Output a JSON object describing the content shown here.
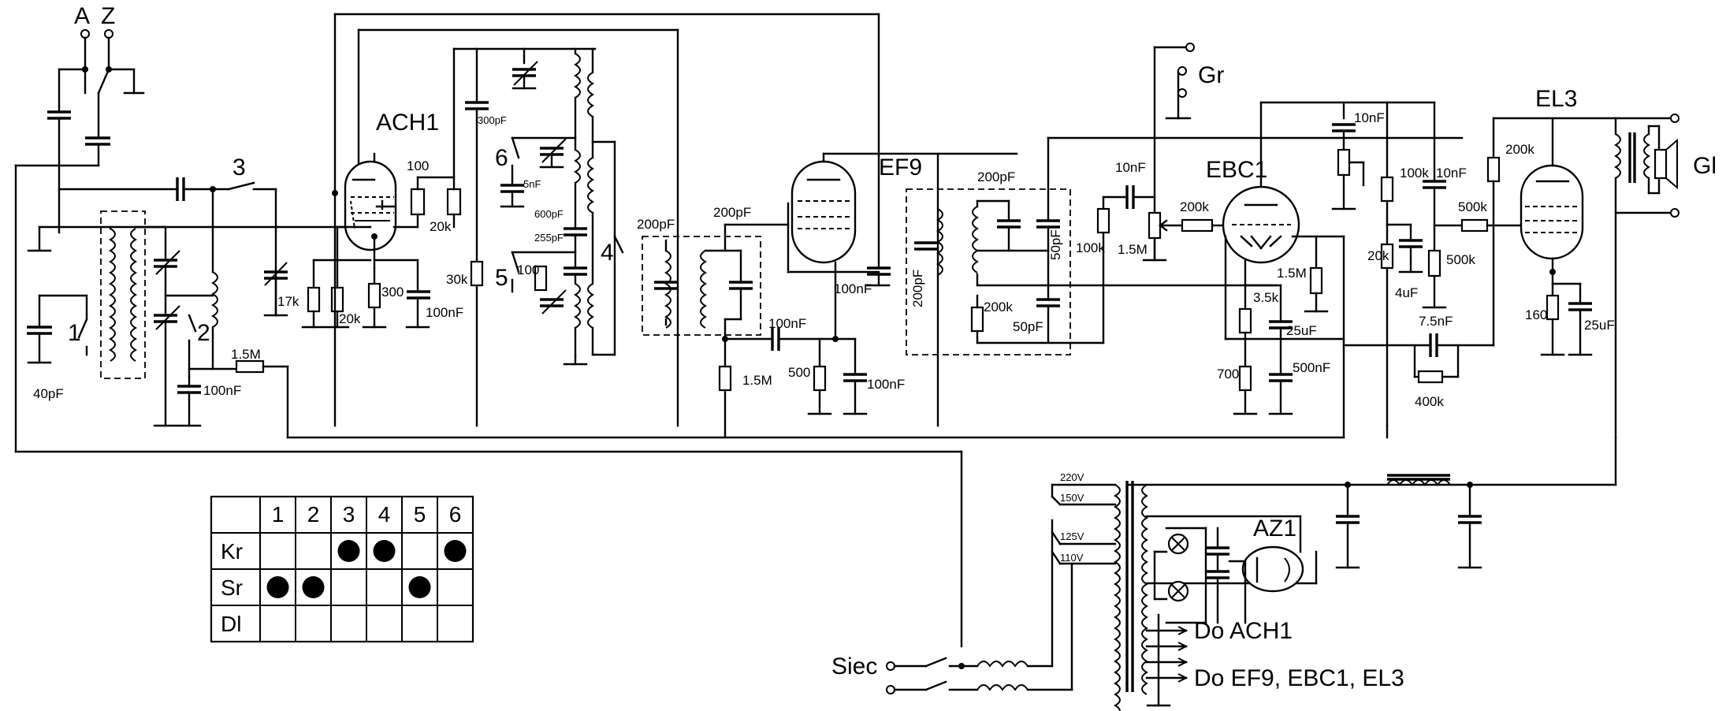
{
  "tubes": {
    "ach1": "ACH1",
    "ef9": "EF9",
    "ebc1": "EBC1",
    "el3": "EL3",
    "az1": "AZ1"
  },
  "terminals": {
    "a": "A",
    "z": "Z",
    "gr": "Gr",
    "gl": "Gl",
    "siec": "Siec"
  },
  "switch_numbers": {
    "s1": "1",
    "s2": "2",
    "s3": "3",
    "s4": "4",
    "s5": "5",
    "s6": "6"
  },
  "components": {
    "c40pf": "40pF",
    "c100nf_a": "100nF",
    "r1_5m_a": "1.5M",
    "r17k": "17k",
    "r20k_a": "20k",
    "r100_a": "100",
    "r20k_b": "20k",
    "r300": "300",
    "c100nf_b": "100nF",
    "c300pf": "300pF",
    "r30k": "30k",
    "c5nf": "5nF",
    "c600pf": "600pF",
    "c255pf": "255pF",
    "r100_b": "100",
    "c200pf_a": "200pF",
    "c200pf_b": "200pF",
    "c100nf_c": "100nF",
    "r1_5m_b": "1.5M",
    "r500": "500",
    "c100nf_d": "100nF",
    "c100nf_e": "100nF",
    "c200pf_c": "200pF",
    "c200pf_d": "200pF",
    "r200k_a": "200k",
    "c50pf_a": "50pF",
    "c50pf_b": "50pF",
    "c10nf_a": "10nF",
    "r100k_a": "100k",
    "r1_5m_c": "1.5M",
    "r200k_b": "200k",
    "r1_5m_d": "1.5M",
    "r3_5k": "3.5k",
    "c25uf_a": "25uF",
    "r700": "700",
    "c500nf": "500nF",
    "c10nf_b": "10nF",
    "r100k_b": "100k",
    "c10nf_c": "10nF",
    "r20k_c": "20k",
    "c4uf": "4uF",
    "r500k_a": "500k",
    "r500k_b": "500k",
    "c7_5nf": "7.5nF",
    "r400k": "400k",
    "r200k_c": "200k",
    "r160": "160",
    "c25uf_b": "25uF"
  },
  "mains_taps": {
    "t220": "220V",
    "t150": "150V",
    "t125": "125V",
    "t110": "110V"
  },
  "heater_outputs": {
    "ach1": "Do ACH1",
    "rest": "Do EF9, EBC1, EL3"
  },
  "switch_table": {
    "columns": [
      "",
      "1",
      "2",
      "3",
      "4",
      "5",
      "6"
    ],
    "rows": [
      {
        "label": "Kr",
        "marks": [
          false,
          false,
          true,
          true,
          false,
          true
        ]
      },
      {
        "label": "Sr",
        "marks": [
          true,
          true,
          false,
          false,
          true,
          false
        ]
      },
      {
        "label": "Dl",
        "marks": [
          false,
          false,
          false,
          false,
          false,
          false
        ]
      }
    ]
  }
}
